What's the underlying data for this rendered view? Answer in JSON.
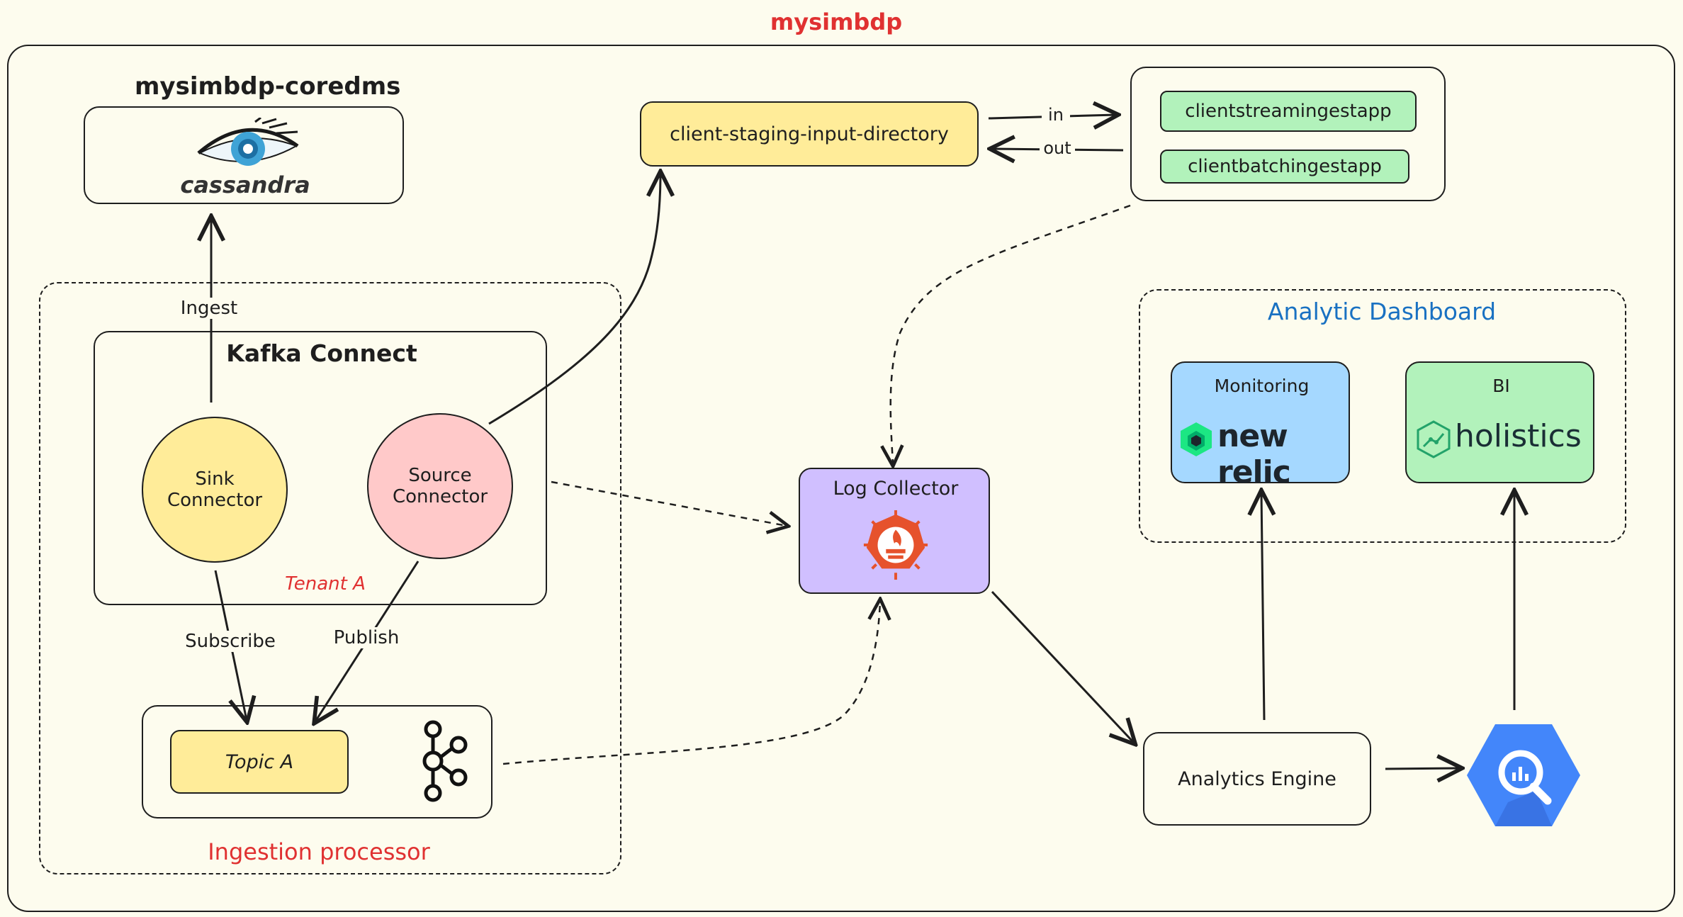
{
  "title": "mysimbdp",
  "coredms": {
    "title": "mysimbdp-coredms",
    "logo_text": "cassandra"
  },
  "staging": {
    "label": "client-staging-input-directory"
  },
  "apps": {
    "streaming": "clientstreamingestapp",
    "batching": "clientbatchingestapp"
  },
  "edges": {
    "in": "in",
    "out": "out",
    "ingest": "Ingest",
    "subscribe": "Subscribe",
    "publish": "Publish"
  },
  "ingestion": {
    "label": "Ingestion processor",
    "kafka_connect": "Kafka Connect",
    "sink_line1": "Sink",
    "sink_line2": "Connector",
    "source_line1": "Source",
    "source_line2": "Connector",
    "tenant": "Tenant A",
    "topic": "Topic A"
  },
  "log_collector": {
    "label": "Log Collector"
  },
  "analytics_engine": {
    "label": "Analytics Engine"
  },
  "dashboard": {
    "title": "Analytic Dashboard",
    "monitoring": {
      "label": "Monitoring",
      "logo_text": "new relic"
    },
    "bi": {
      "label": "BI",
      "logo_text": "holistics"
    }
  },
  "colors": {
    "background": "#fdfcee",
    "staging": "#ffec99",
    "apps": "#b2f2bb",
    "sink": "#ffec99",
    "source": "#ffc9c9",
    "topic": "#ffec99",
    "log_collector": "#d0bfff",
    "monitoring": "#a5d8ff",
    "bi": "#b2f2bb",
    "accent_red": "#e03131",
    "accent_blue": "#1971c2"
  },
  "icons": [
    "cassandra-eye-icon",
    "kafka-icon",
    "prometheus-icon",
    "newrelic-icon",
    "holistics-icon",
    "bigquery-icon"
  ]
}
